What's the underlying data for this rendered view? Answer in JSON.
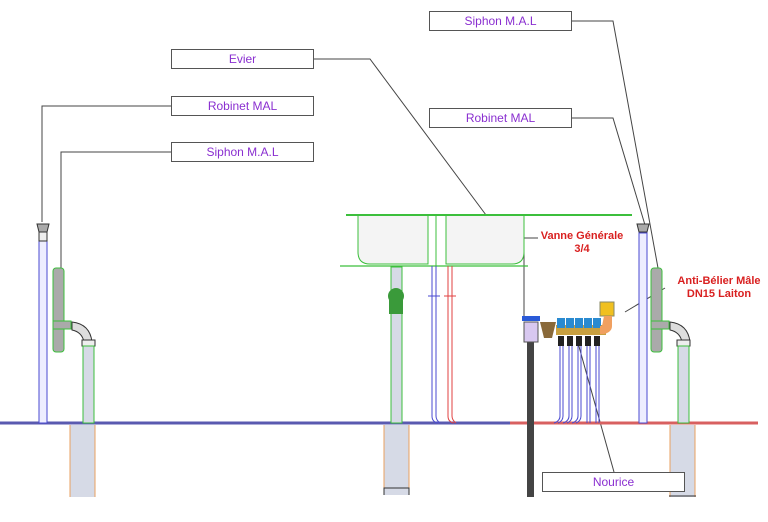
{
  "diagram": {
    "title": "",
    "labels": {
      "siphon_top_right": "Siphon M.A.L",
      "evier": "Evier",
      "robinet_left": "Robinet MAL",
      "siphon_left": "Siphon M.A.L",
      "robinet_right": "Robinet MAL",
      "nourice": "Nourice"
    },
    "annotations": {
      "vanne_line1": "Vanne Générale",
      "vanne_line2": "3/4",
      "antibelier_line1": "Anti-Bélier Mâle",
      "antibelier_line2": "DN15 Laiton"
    },
    "colors": {
      "label_text": "#8a2fd0",
      "annotation_text": "#d92020",
      "cold_water": "#4a4ad0",
      "hot_water": "#e04040",
      "drain": "#3cbf3c"
    }
  }
}
